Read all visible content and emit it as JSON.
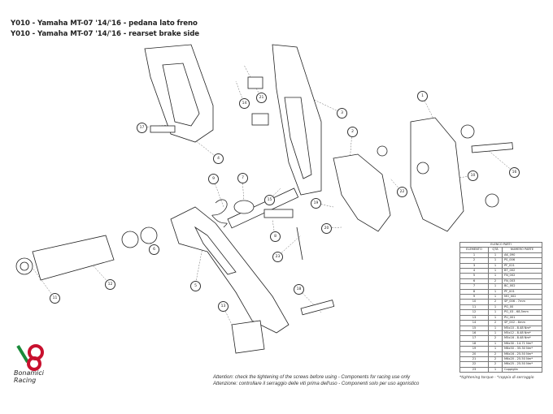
{
  "title": {
    "line1": "Y010 - Yamaha MT-07 '14/'16 - pedana lato freno",
    "line2": "Y010 - Yamaha MT-07 '14/'16 - rearset brake side"
  },
  "attention": {
    "en": "Attention: check the tightening of the screws before using - Components for racing use only",
    "it": "Attenzione: controllare il serraggio delle viti prima dell'uso - Componenti solo per uso agonistico"
  },
  "callouts": [
    "1",
    "2",
    "3",
    "4",
    "5",
    "6",
    "7",
    "8",
    "9",
    "10",
    "11",
    "12",
    "13",
    "14",
    "15",
    "16",
    "17",
    "18",
    "19",
    "20",
    "21",
    "22",
    "23"
  ],
  "parts_table": {
    "title": "ELENCO PARTI",
    "headers": [
      "ELEMENTO",
      "QTÀ",
      "NUMERO PARTE"
    ],
    "rows": [
      [
        "1",
        "1",
        "AK_090"
      ],
      [
        "2",
        "1",
        "PS_006"
      ],
      [
        "3",
        "1",
        "PF_021"
      ],
      [
        "4",
        "1",
        "BT_002"
      ],
      [
        "5",
        "1",
        "FN_002"
      ],
      [
        "6",
        "2",
        "FN_003"
      ],
      [
        "7",
        "1",
        "BC_002"
      ],
      [
        "8",
        "1",
        "PF_001"
      ],
      [
        "9",
        "1",
        "MO_002"
      ],
      [
        "10",
        "2",
        "SP_006 - 7mm"
      ],
      [
        "11",
        "1",
        "PG_00"
      ],
      [
        "12",
        "1",
        "PG_03 - 68,5mm"
      ],
      [
        "13",
        "1",
        "PU_001"
      ],
      [
        "14",
        "2",
        "SP_002 - 6mm"
      ],
      [
        "15",
        "1",
        "M5x10 - 8.48 Nm*"
      ],
      [
        "16",
        "1",
        "M5x12 - 8.48 Nm*"
      ],
      [
        "17",
        "2",
        "M5x16 - 8.48 Nm*"
      ],
      [
        "18",
        "1",
        "M6x30 - 14.71 Nm*"
      ],
      [
        "19",
        "1",
        "M8x50 - 35.30 Nm*"
      ],
      [
        "20",
        "2",
        "M6x16 - 25.50 Nm*"
      ],
      [
        "21",
        "2",
        "M6x20 - 25.50 Nm*"
      ],
      [
        "22",
        "2",
        "M6x25 - 25.50 Nm*"
      ],
      [
        "23",
        "1",
        "Coppiglia"
      ]
    ],
    "note": "*tightening torque - *coppia di serraggio"
  },
  "logo": {
    "line1": "Bonamici",
    "line2": "Racing",
    "accent": "#c8102e",
    "green": "#1a8a3a"
  }
}
